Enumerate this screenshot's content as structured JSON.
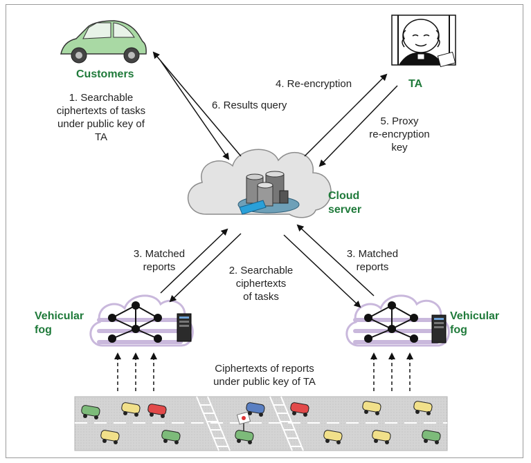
{
  "nodes": {
    "customers": "Customers",
    "ta": "TA",
    "cloud_line1": "Cloud",
    "cloud_line2": "server",
    "fog_left_line1": "Vehicular",
    "fog_left_line2": "fog",
    "fog_right_line1": "Vehicular",
    "fog_right_line2": "fog"
  },
  "edges": {
    "e1": [
      "1. Searchable",
      "ciphertexts of tasks",
      "under public key of",
      "TA"
    ],
    "e4": "4. Re-encryption",
    "e6": "6. Results query",
    "e5": [
      "5. Proxy",
      "re-encryption",
      "key"
    ],
    "e3_left": [
      "3. Matched",
      "reports"
    ],
    "e2": [
      "2. Searchable",
      "ciphertexts",
      "of tasks"
    ],
    "e3_right": [
      "3. Matched",
      "reports"
    ],
    "reports": [
      "Ciphertexts of reports",
      "under public key of TA"
    ]
  },
  "colors": {
    "label_green": "#1f7a3a",
    "car_green": "#a9d9a4",
    "cloud_fill": "#e3e3e3",
    "fog_purple": "#c9b8dc",
    "road": "#cfcfcf"
  }
}
